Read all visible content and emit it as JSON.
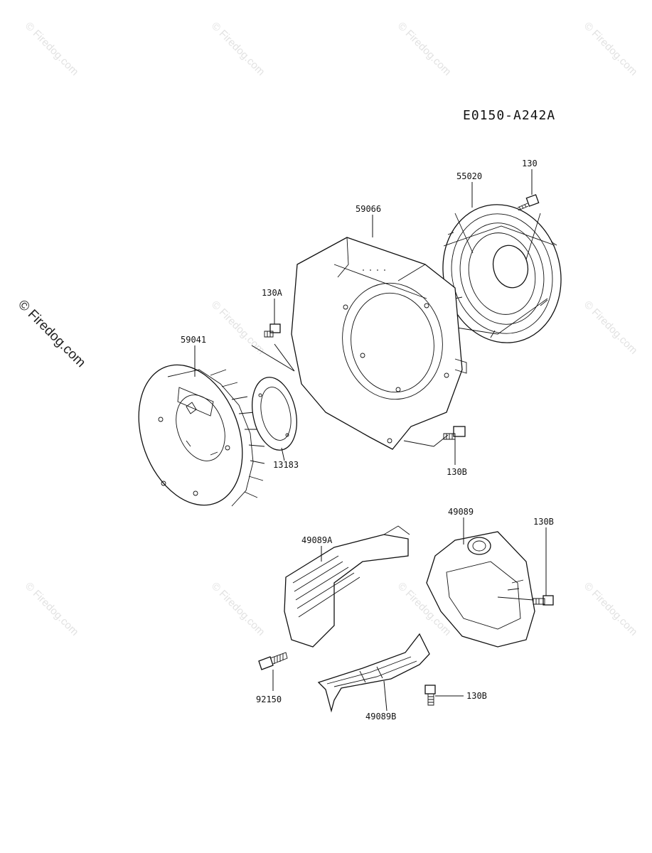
{
  "diagram_code": "E0150-A242A",
  "watermark": {
    "text": "Firedog.com",
    "side_text": "© Firedog.com"
  },
  "parts": [
    {
      "id": "p59066",
      "label": "59066"
    },
    {
      "id": "p55020",
      "label": "55020"
    },
    {
      "id": "p130",
      "label": "130"
    },
    {
      "id": "p130A",
      "label": "130A"
    },
    {
      "id": "p59041",
      "label": "59041"
    },
    {
      "id": "p13183",
      "label": "13183"
    },
    {
      "id": "p130B_top",
      "label": "130B"
    },
    {
      "id": "p49089",
      "label": "49089"
    },
    {
      "id": "p130B_right",
      "label": "130B"
    },
    {
      "id": "p49089A",
      "label": "49089A"
    },
    {
      "id": "p92150",
      "label": "92150"
    },
    {
      "id": "p49089B",
      "label": "49089B"
    },
    {
      "id": "p130B_bottom",
      "label": "130B"
    }
  ]
}
